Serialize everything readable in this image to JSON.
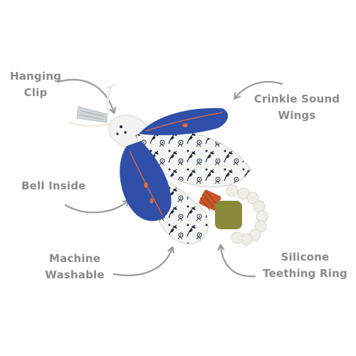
{
  "colors": {
    "background": "#ffffff",
    "label_text": "#8a8a8a",
    "arrow": "#9a9a9a",
    "wing_blue": "#2f4fa8",
    "wing_accent": "#e86a3a",
    "print_bg": "#f4f4f2",
    "print_ink": "#1e2a3a",
    "body_white": "#f2f2f0",
    "ring": "#efeee6",
    "teether_green": "#8a8a3a",
    "teether_orange": "#c9562a"
  },
  "image": {
    "subject": "beetle-shaped-baby-toy",
    "icon": "toy-beetle"
  },
  "labels": {
    "hanging_clip": {
      "line1": "Hanging",
      "line2": "Clip"
    },
    "crinkle_wings": {
      "line1": "Crinkle Sound",
      "line2": "Wings"
    },
    "bell_inside": {
      "line1": "Bell Inside"
    },
    "machine_washable": {
      "line1": "Machine",
      "line2": "Washable"
    },
    "silicone_ring": {
      "line1": "Silicone",
      "line2": "Teething Ring"
    }
  }
}
